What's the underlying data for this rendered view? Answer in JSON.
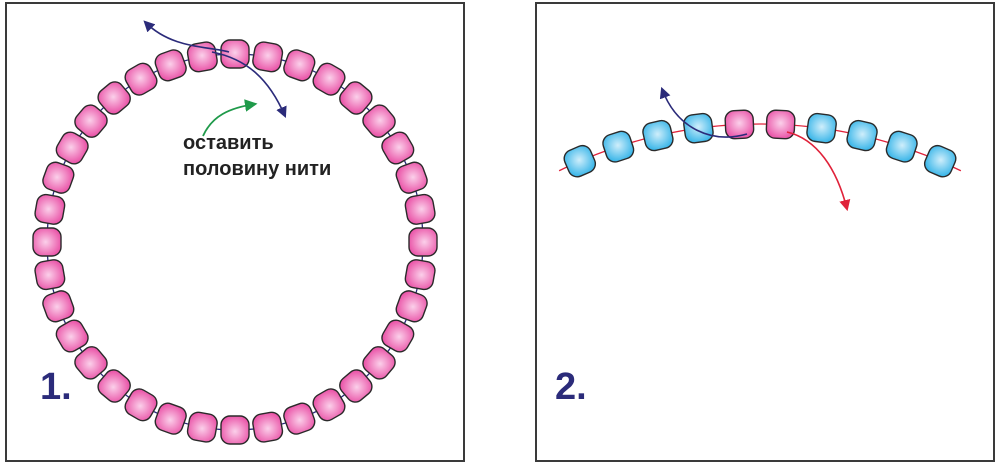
{
  "panels": [
    {
      "number": "1.",
      "note_lines": [
        "оставить",
        "половину нити"
      ],
      "bead_count": 36
    },
    {
      "number": "2.",
      "bead_colors": [
        "blue",
        "blue",
        "blue",
        "blue",
        "pink",
        "pink",
        "blue",
        "blue",
        "blue",
        "blue"
      ]
    }
  ],
  "colors": {
    "pink_fill": "#e94fa5",
    "pink_light": "#fbd0ea",
    "blue_fill": "#35b4e8",
    "blue_light": "#cfeefb",
    "bead_stroke": "#2a2a2a",
    "thread_navy": "#2b2b7a",
    "thread_red": "#e0223a",
    "arrow_green": "#1f9a4a",
    "frame": "#3a3a3a"
  }
}
